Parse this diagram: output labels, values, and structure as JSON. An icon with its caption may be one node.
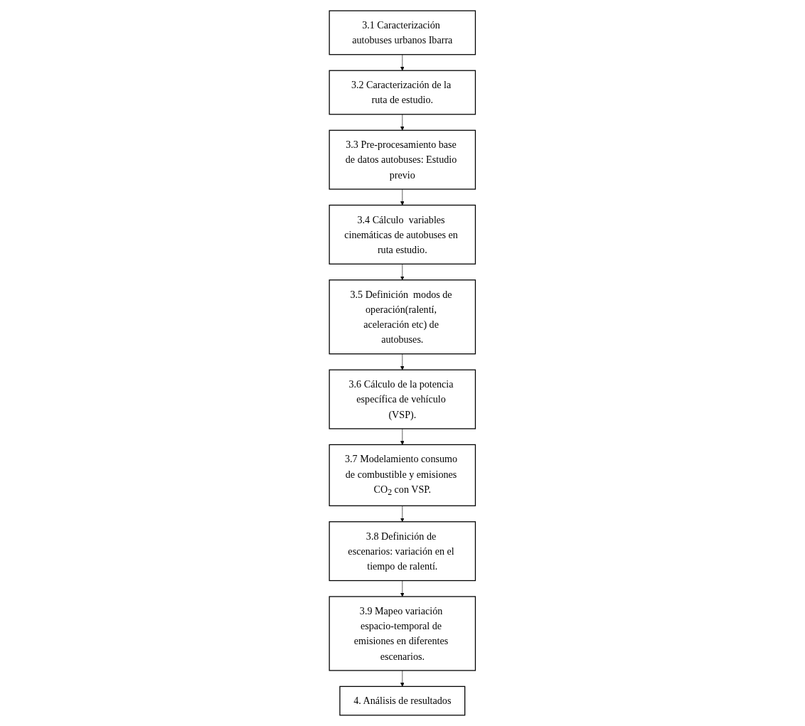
{
  "diagram": {
    "nodes": [
      {
        "text": [
          "3.1 Caracterización autobuses urbanos Ibarra"
        ]
      },
      {
        "text": [
          "3.2 Caracterización de la ruta de estudio."
        ]
      },
      {
        "text": [
          "3.3 Pre-procesamiento base de datos autobuses: Estudio previo"
        ]
      },
      {
        "text": [
          "3.4 Cálculo  variables cinemáticas de autobuses en ruta estudio."
        ]
      },
      {
        "text": [
          "3.5 Definición  modos de operación(ralentí, aceleración etc) de autobuses."
        ]
      },
      {
        "text": [
          "3.6 Cálculo de la potencia específica de vehículo (VSP)."
        ]
      },
      {
        "text": [
          "3.7 Modelamiento consumo de combustible y emisiones CO$_{2}$ con VSP."
        ]
      },
      {
        "text": [
          "3.8 Definición de escenarios: variación en el tiempo de ralentí."
        ]
      },
      {
        "text": [
          "3.9 Mapeo variación espacio-temporal de emisiones en diferentes escenarios."
        ]
      },
      {
        "text": [
          "4. Análisis de resultados"
        ]
      }
    ],
    "edges": [
      {
        "from": 0,
        "to": 1,
        "arrow": "to"
      },
      {
        "from": 1,
        "to": 2,
        "arrow": "to"
      },
      {
        "from": 2,
        "to": 3,
        "arrow": "to"
      },
      {
        "from": 3,
        "to": 4,
        "arrow": "to"
      },
      {
        "from": 4,
        "to": 5,
        "arrow": "to"
      },
      {
        "from": 5,
        "to": 6,
        "arrow": "to"
      },
      {
        "from": 6,
        "to": 7,
        "arrow": "to"
      },
      {
        "from": 7,
        "to": 8,
        "arrow": "to"
      },
      {
        "from": 8,
        "to": 9,
        "arrow": "to"
      }
    ]
  }
}
